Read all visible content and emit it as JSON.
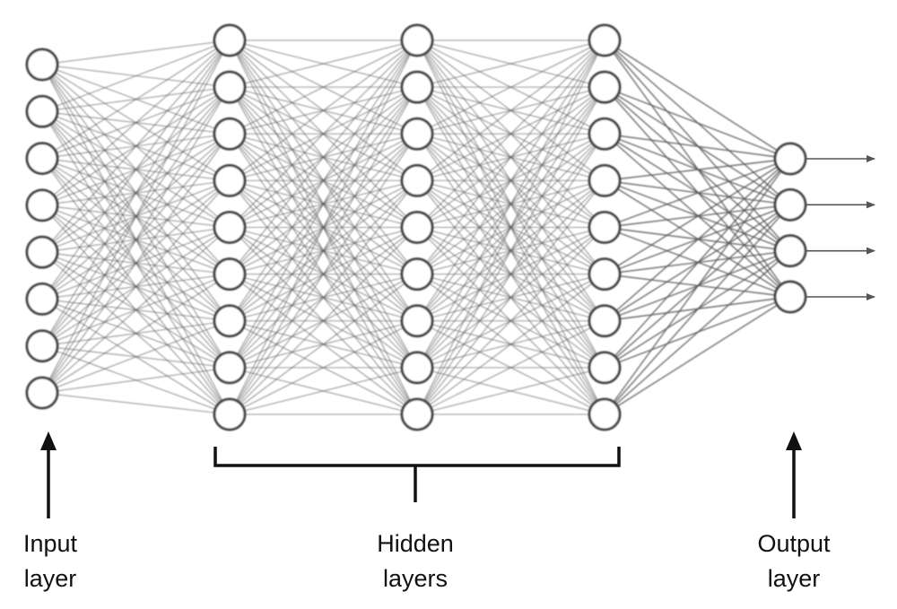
{
  "network": {
    "layers": [
      {
        "role": "input",
        "neurons": 8
      },
      {
        "role": "hidden",
        "neurons": 9
      },
      {
        "role": "hidden",
        "neurons": 9
      },
      {
        "role": "hidden",
        "neurons": 9
      },
      {
        "role": "output",
        "neurons": 4
      }
    ],
    "output_arrows": 4,
    "colors": {
      "edge": "#555555",
      "node_stroke": "#444444",
      "node_fill": "#ffffff",
      "annotation": "#111111"
    }
  },
  "labels": {
    "input": {
      "line1": "Input",
      "line2": "layer"
    },
    "hidden": {
      "line1": "Hidden",
      "line2": "layers"
    },
    "output": {
      "line1": "Output",
      "line2": "layer"
    }
  },
  "icons": {
    "input_pointer": "arrow-up-icon",
    "output_pointer": "arrow-up-icon",
    "hidden_group": "bracket-icon",
    "output_flow": "arrow-right-icon"
  }
}
